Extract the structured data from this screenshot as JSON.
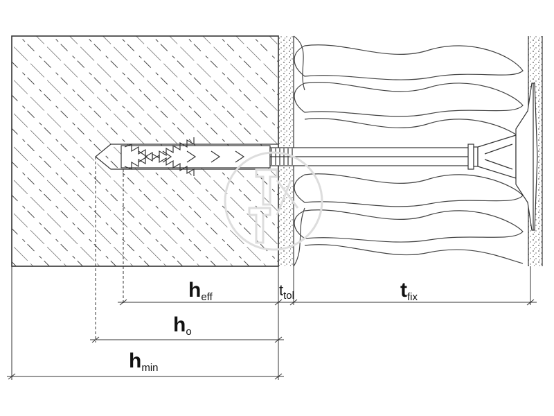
{
  "labels": {
    "h_eff": {
      "main": "h",
      "sub": "eff"
    },
    "t_tol": {
      "main": "t",
      "sub": "tol"
    },
    "t_fix": {
      "main": "t",
      "sub": "fix"
    },
    "h_o": {
      "main": "h",
      "sub": "o"
    },
    "h_min": {
      "main": "h",
      "sub": "min"
    }
  },
  "colors": {
    "line": "#333333",
    "hatch": "#444444",
    "plaster_dots": "#555555",
    "watermark": "#dddddd",
    "background": "#ffffff"
  },
  "icons": [
    "insulation-anchor-icon",
    "watermark-logo-icon"
  ]
}
